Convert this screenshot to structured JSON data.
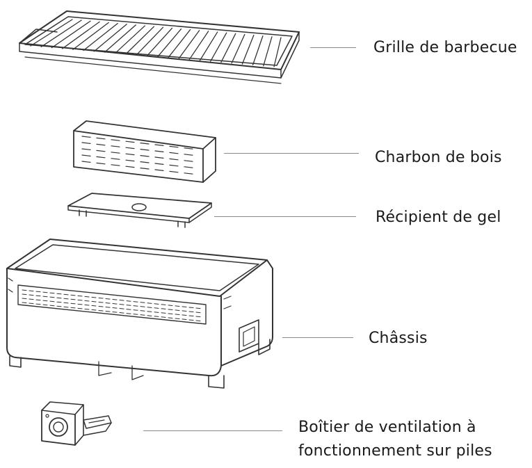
{
  "parts": [
    {
      "id": "grill",
      "label": "Grille de barbecue",
      "icon": "grill-rack-icon"
    },
    {
      "id": "charcoal",
      "label": "Charbon de bois",
      "icon": "charcoal-basket-icon"
    },
    {
      "id": "gel",
      "label": "Récipient de gel",
      "icon": "gel-tray-icon"
    },
    {
      "id": "chassis",
      "label": "Châssis",
      "icon": "chassis-body-icon"
    },
    {
      "id": "fan",
      "label_line1": "Boîtier de ventilation à",
      "label_line2": "fonctionnement sur piles",
      "icon": "battery-fan-box-icon"
    }
  ],
  "colors": {
    "line_art": "#333333",
    "leader": "#8a8a8a",
    "text": "#1a1a1a",
    "background": "#ffffff"
  }
}
